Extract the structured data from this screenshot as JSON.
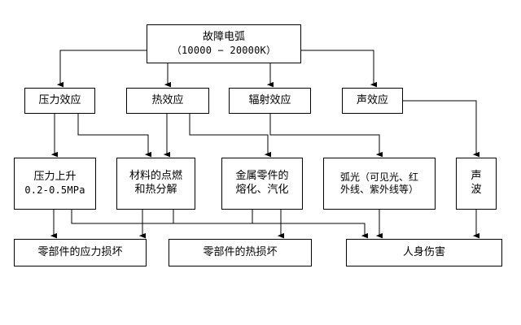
{
  "diagram": {
    "title_node": {
      "id": "fault-arc",
      "line1": "故障电弧",
      "line2": "（10000 − 20000K）"
    },
    "effects": [
      {
        "id": "pressure-effect",
        "label": "压力效应"
      },
      {
        "id": "thermal-effect",
        "label": "热效应"
      },
      {
        "id": "radiation-effect",
        "label": "辐射效应"
      },
      {
        "id": "acoustic-effect",
        "label": "声效应"
      }
    ],
    "consequences": [
      {
        "id": "pressure-rise",
        "line1": "压力上升",
        "line2": "0.2‑0.5MPa"
      },
      {
        "id": "ignition",
        "line1": "材料的点燃",
        "line2": "和热分解"
      },
      {
        "id": "metal-melting",
        "line1": "金属零件的",
        "line2": "熔化、汽化"
      },
      {
        "id": "arc-light",
        "line1": "弧光（可见光、红",
        "line2": "外线、紫外线等）"
      },
      {
        "id": "sound-wave",
        "line1": "声",
        "line2": "波"
      }
    ],
    "damages": [
      {
        "id": "stress-damage",
        "label": "零部件的应力损坏"
      },
      {
        "id": "thermal-damage",
        "label": "零部件的热损坏"
      },
      {
        "id": "personal-injury",
        "label": "人身伤害"
      }
    ],
    "colors": {
      "stroke": "#000000",
      "fill": "#ffffff",
      "text": "#000000"
    }
  }
}
